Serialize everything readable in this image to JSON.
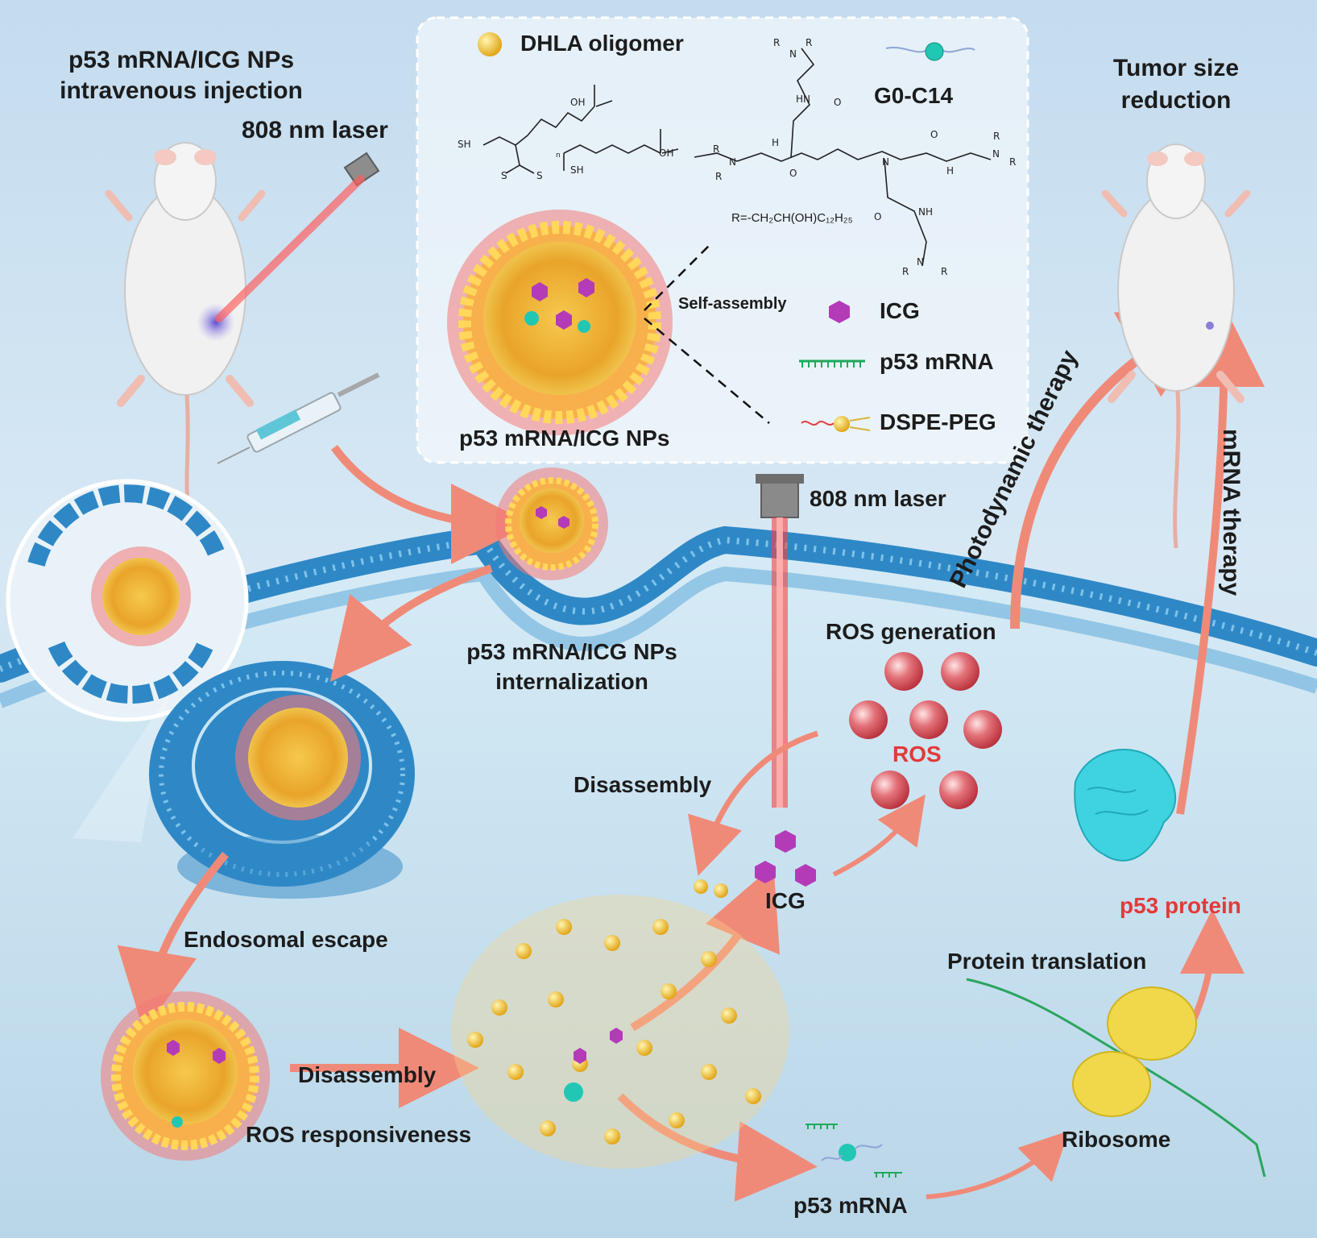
{
  "labels": {
    "injection_line1": "p53 mRNA/ICG NPs",
    "injection_line2": "intravenous injection",
    "laser_top": "808 nm laser",
    "tumor_line1": "Tumor size",
    "tumor_line2": "reduction",
    "legend_dhla": "DHLA oligomer",
    "legend_g0c14": "G0-C14",
    "legend_icg": "ICG",
    "legend_mrna": "p53 mRNA",
    "legend_dspe": "DSPE-PEG",
    "self_assembly": "Self-assembly",
    "nps_caption": "p53 mRNA/ICG NPs",
    "r_group": "R=-CH₂CH(OH)C₁₂H₂₅",
    "laser_cell": "808 nm laser",
    "photodynamic": "Photodynamic therapy",
    "mrna_therapy": "mRNA therapy",
    "internalization_line1": "p53 mRNA/ICG NPs",
    "internalization_line2": "internalization",
    "ros_generation": "ROS generation",
    "ros": "ROS",
    "disassembly_upper": "Disassembly",
    "icg_cell": "ICG",
    "endosomal_escape": "Endosomal escape",
    "disassembly_lower": "Disassembly",
    "ros_responsiveness": "ROS responsiveness",
    "p53_mrna_cell": "p53 mRNA",
    "ribosome": "Ribosome",
    "protein_translation": "Protein translation",
    "p53_protein": "p53 protein"
  },
  "chem": {
    "sh1": "SH",
    "oh1": "OH",
    "oh2": "OH",
    "sh2": "SH",
    "s1": "S",
    "s2": "S",
    "n_sub": "n",
    "r": "R",
    "n": "N",
    "h": "H",
    "nh": "NH",
    "hn": "HN",
    "o": "O"
  },
  "colors": {
    "accent_arrow": "#f08a78",
    "membrane": "#2f88c6",
    "lipid_head": "#f5c23a",
    "icg": "#b43bb8",
    "ros": "#d9505a",
    "p53_protein_text": "#e23a3a",
    "protein": "#3fd3e0",
    "ribosome": "#f0d84a"
  },
  "icons": [
    "mouse-icon",
    "laser-icon",
    "syringe-icon",
    "nanoparticle-icon",
    "ros-sphere-icon",
    "ribosome-icon",
    "p53-protein-icon"
  ]
}
